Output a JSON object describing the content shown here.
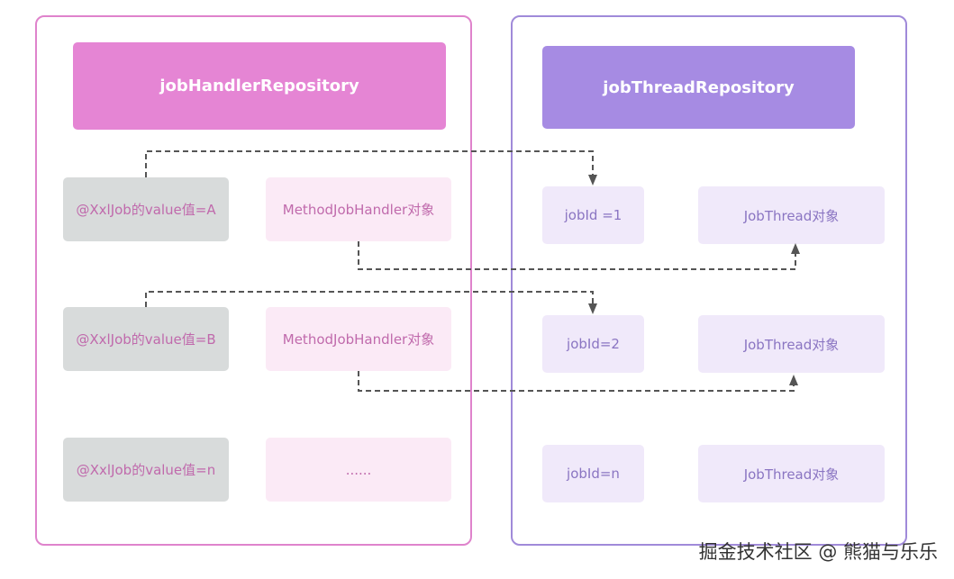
{
  "left_panel": {
    "title": "jobHandlerRepository",
    "rows": [
      {
        "key": "@XxlJob的value值=A",
        "handler": "MethodJobHandler对象"
      },
      {
        "key": "@XxlJob的value值=B",
        "handler": "MethodJobHandler对象"
      },
      {
        "key": "@XxlJob的value值=n",
        "handler": "......"
      }
    ]
  },
  "right_panel": {
    "title": "jobThreadRepository",
    "rows": [
      {
        "id": "jobId =1",
        "thread": "JobThread对象"
      },
      {
        "id": "jobId=2",
        "thread": "JobThread对象"
      },
      {
        "id": "jobId=n",
        "thread": "JobThread对象"
      }
    ]
  },
  "watermark": "掘金技术社区 @ 熊猫与乐乐",
  "colors": {
    "left_border": "#df83cc",
    "left_header": "#e585d4",
    "right_border": "#a08ad9",
    "right_header": "#a68be3",
    "arrow": "#555555"
  }
}
